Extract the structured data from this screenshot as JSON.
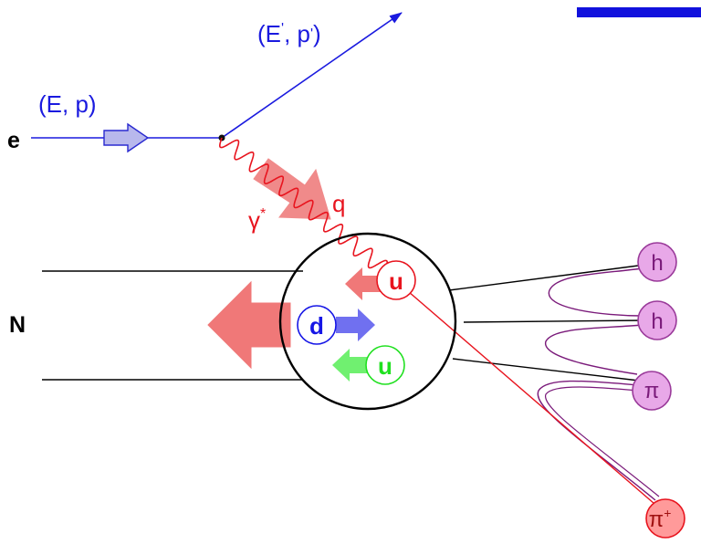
{
  "labels": {
    "electron": "e",
    "incoming_kinematics": "(E, p)",
    "outgoing_E": "(E",
    "outgoing_prime_1": "'",
    "outgoing_p": ", p",
    "outgoing_prime_2": "'",
    "outgoing_close": ")",
    "photon": "γ",
    "photon_star": "*",
    "momentum_transfer": "q",
    "nucleon": "N",
    "struck_quark": "u",
    "quark_d": "d",
    "quark_u": "u",
    "hadron_1": "h",
    "hadron_2": "h",
    "hadron_3": "π",
    "leading_hadron": "π",
    "leading_hadron_charge": "+"
  },
  "colors": {
    "electron": "#1a1adf",
    "photon": "#e8141e",
    "photon_arrow": "#f08a8a",
    "nucleon_arrow": "#f07878",
    "quark_d": "#1616e6",
    "d_arrow": "#7070f0",
    "quark_u": "#20e020",
    "u_arrow": "#70f070",
    "string": "#7a1a7a",
    "hadron_fill": "#e8a8e8",
    "hadron_stroke": "#9a3a9a",
    "pion_plus_fill": "#ff9a9a",
    "accent_bar": "#1111dd"
  }
}
